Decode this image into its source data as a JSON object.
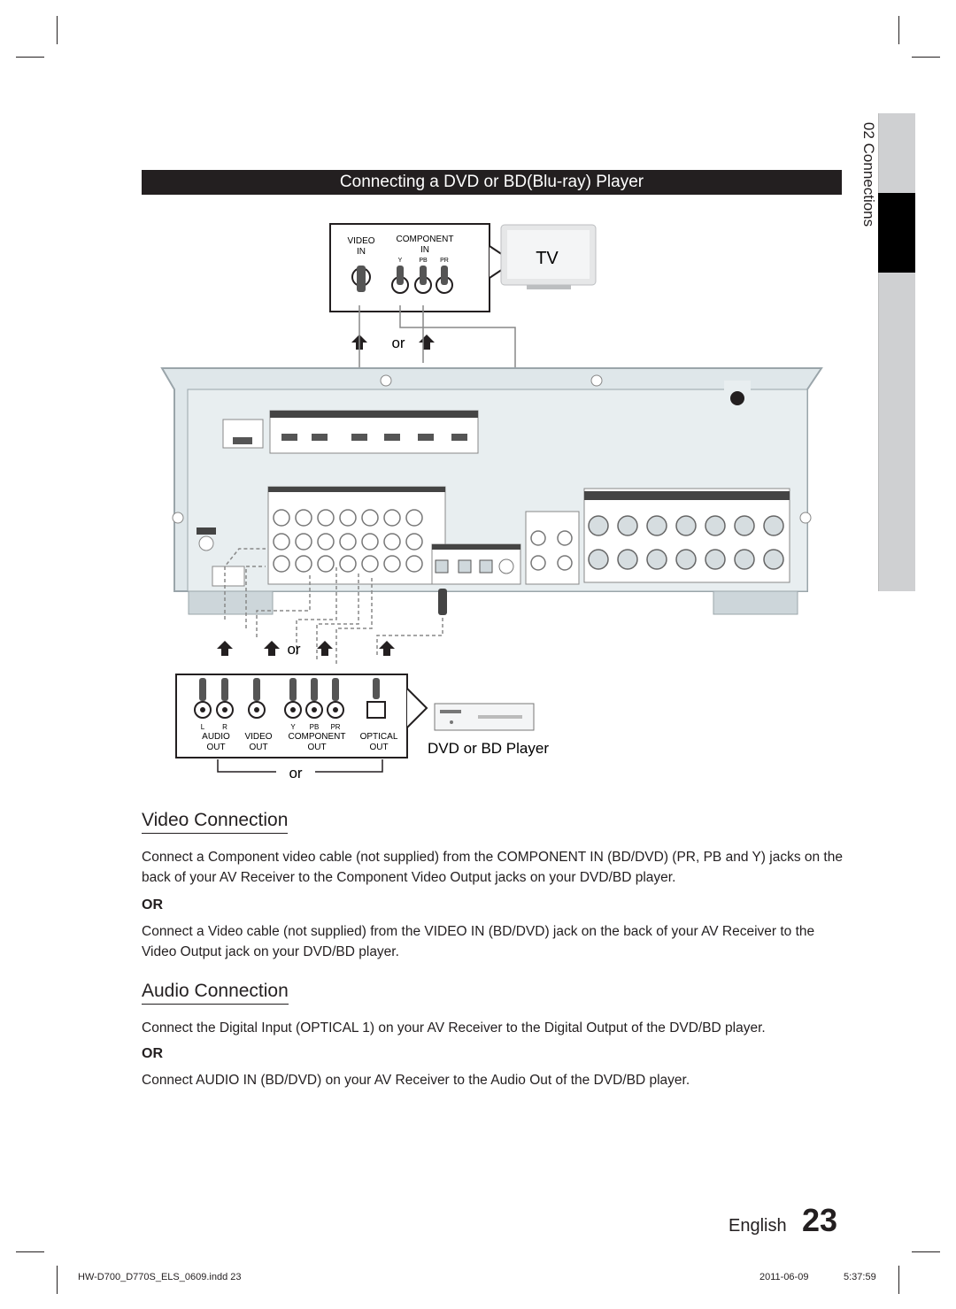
{
  "section_title": "Connecting a DVD or BD(Blu-ray) Player",
  "side_tab": {
    "label": "02  Connections"
  },
  "diagram": {
    "tv_label": "TV",
    "tv_panel": {
      "video_in": [
        "VIDEO",
        "IN"
      ],
      "component_in": [
        "COMPONENT",
        "IN"
      ],
      "component_jacks": [
        "Y",
        "PB",
        "PR"
      ]
    },
    "or_top": "or",
    "or_middle": "or",
    "or_bottom": "or",
    "player_label": "DVD or BD Player",
    "player_panel": {
      "audio": [
        "AUDIO",
        "OUT"
      ],
      "audio_lr": [
        "L",
        "R"
      ],
      "video": [
        "VIDEO",
        "OUT"
      ],
      "component": [
        "COMPONENT",
        "OUT"
      ],
      "component_jacks": [
        "Y",
        "PB",
        "PR"
      ],
      "optical": [
        "OPTICAL",
        "OUT"
      ]
    }
  },
  "video_connection": {
    "heading": "Video Connection",
    "para1": "Connect a Component video cable (not supplied) from the COMPONENT IN (BD/DVD) (PR, PB and Y) jacks on the back of your AV Receiver to the Component Video Output jacks on your DVD/BD player.",
    "or": "OR",
    "para2": "Connect a Video cable (not supplied) from the VIDEO IN (BD/DVD) jack on the back of your AV Receiver to the Video Output jack on your DVD/BD player."
  },
  "audio_connection": {
    "heading": "Audio Connection",
    "para1": "Connect the Digital Input (OPTICAL 1) on your AV Receiver to the Digital Output of the DVD/BD player.",
    "or": "OR",
    "para2": "Connect AUDIO IN (BD/DVD) on your AV Receiver to the Audio Out of the DVD/BD player."
  },
  "page_footer": {
    "language": "English",
    "page_number": "23"
  },
  "print_slug": {
    "file": "HW-D700_D770S_ELS_0609.indd   23",
    "date": "2011-06-09",
    "time": "5:37:59"
  },
  "colors": {
    "banner_bg": "#231f20",
    "receiver_fill": "#dfe7ea",
    "side_tab_grey": "#cfd0d2"
  }
}
